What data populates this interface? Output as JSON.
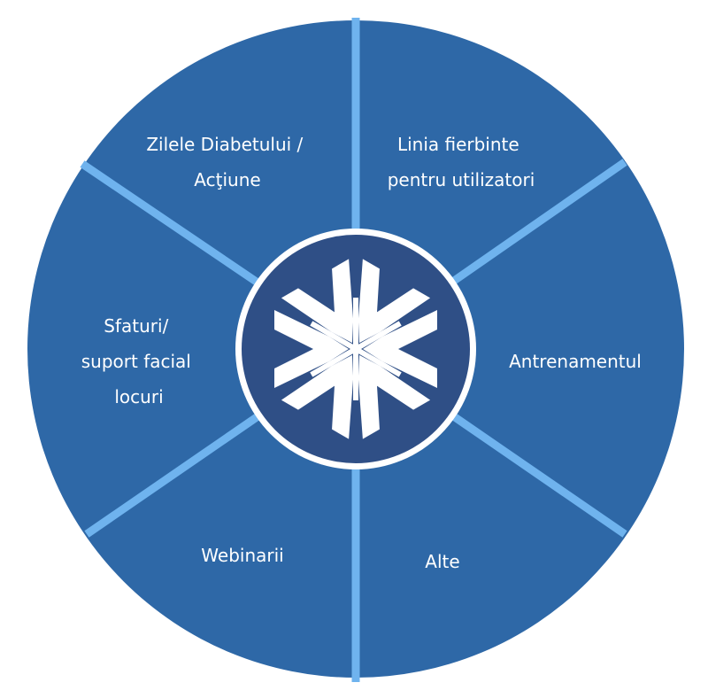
{
  "colors": {
    "segment_fill": "#2e68a7",
    "divider": "#6fb3ee",
    "center_border": "#ffffff",
    "center_fill": "#2f4f86",
    "logo": "#ffffff"
  },
  "center_logo": {
    "icon": "snowflake-logo-icon"
  },
  "segments": [
    {
      "id": "zilele",
      "lines": [
        "Zilele Diabetului /",
        "Acţiune"
      ]
    },
    {
      "id": "linia",
      "lines": [
        "Linia fierbinte",
        "pentru utilizatori"
      ]
    },
    {
      "id": "antrenamentul",
      "lines": [
        "Antrenamentul"
      ]
    },
    {
      "id": "alte",
      "lines": [
        "Alte"
      ]
    },
    {
      "id": "webinarii",
      "lines": [
        "Webinarii"
      ]
    },
    {
      "id": "sfaturi",
      "lines": [
        "Sfaturi/",
        "suport facial",
        "locuri"
      ]
    }
  ]
}
